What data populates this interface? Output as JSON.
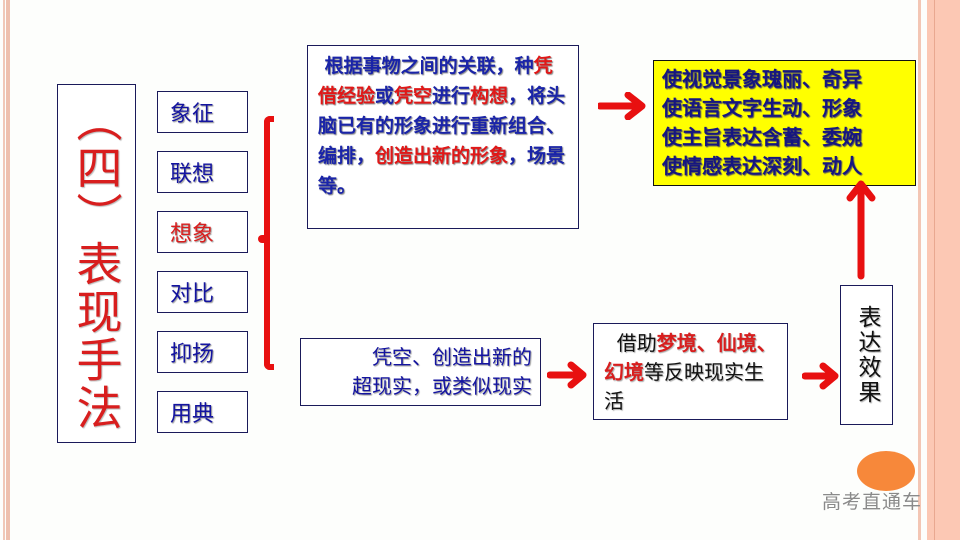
{
  "slide": {
    "title": "（四）表现手法",
    "techniques": [
      {
        "label": "象征",
        "highlight": false
      },
      {
        "label": "联想",
        "highlight": false
      },
      {
        "label": "想象",
        "highlight": true
      },
      {
        "label": "对比",
        "highlight": false
      },
      {
        "label": "抑扬",
        "highlight": false
      },
      {
        "label": "用典",
        "highlight": false
      }
    ],
    "definition": {
      "segments": [
        {
          "text": "根据事物之间的关联，种",
          "color": "blue"
        },
        {
          "text": "凭借经验",
          "color": "red"
        },
        {
          "text": "或",
          "color": "blue"
        },
        {
          "text": "凭空",
          "color": "red"
        },
        {
          "text": "进行",
          "color": "blue"
        },
        {
          "text": "构想",
          "color": "red"
        },
        {
          "text": "，将头脑已有的形象进行重新组合、编排，",
          "color": "blue"
        },
        {
          "text": "创造出新的形象",
          "color": "red"
        },
        {
          "text": "，场景等。",
          "color": "blue"
        }
      ]
    },
    "effects": [
      "使视觉景象瑰丽、奇异",
      "使语言文字生动、形象",
      "使主旨表达含蓄、委婉",
      "使情感表达深刻、动人"
    ],
    "surreal": {
      "line1": "凭空、创造出新的",
      "line2": "超现实，或类似现实"
    },
    "dream": {
      "segments": [
        {
          "text": "借助",
          "color": "black"
        },
        {
          "text": "梦境、仙境、幻境",
          "color": "red"
        },
        {
          "text": "等反映现实生活",
          "color": "black"
        }
      ]
    },
    "expression_effect": "表达效果",
    "watermark": "高考直通车",
    "colors": {
      "accent_red": "#e81010",
      "text_blue": "#1414a0",
      "highlight_yellow": "#ffff00",
      "decor_orange": "#f7883a",
      "stripe_pink": "#f6c4b0"
    }
  }
}
